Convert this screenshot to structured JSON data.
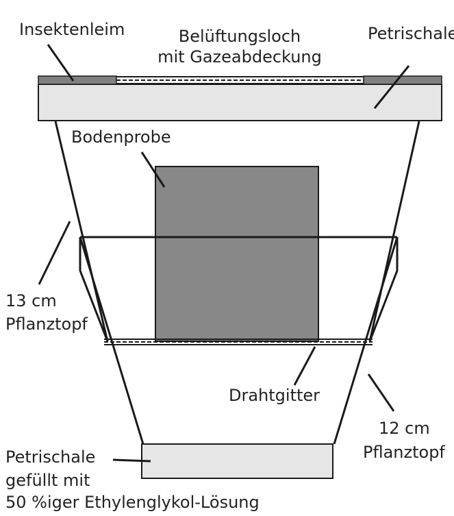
{
  "labels": {
    "insektenleim": "Insektenleim",
    "vent_line1": "Belüftungsloch",
    "vent_line2": "mit Gazeabdeckung",
    "petri_top": "Petrischale",
    "bodenprobe": "Bodenprobe",
    "pot13_line1": "13 cm",
    "pot13_line2": "Pflanztopf",
    "drahtgitter": "Drahtgitter",
    "pot12_line1": "12 cm",
    "pot12_line2": "Pflanztopf",
    "petri_bottom_line1": "Petrischale",
    "petri_bottom_line2": "gefüllt mit",
    "petri_bottom_line3": "50 %iger Ethylenglykol-Lösung"
  },
  "colors": {
    "outline": "#1a1a1a",
    "petri_fill": "#e6e6e6",
    "glue_fill": "#808080",
    "soil_fill": "#888888",
    "text": "#222222"
  }
}
